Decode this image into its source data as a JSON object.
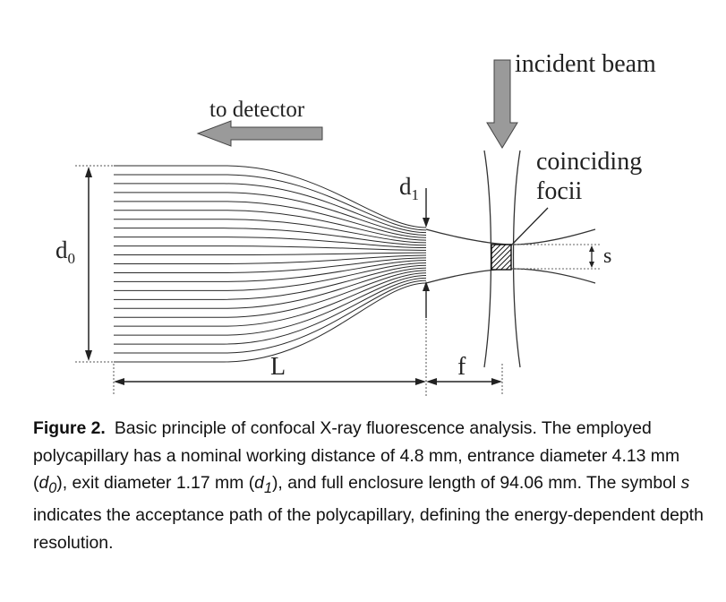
{
  "diagram": {
    "labels": {
      "incident_beam": "incident beam",
      "to_detector": "to detector",
      "coinciding": "coinciding",
      "focii": "focii",
      "d0": "d",
      "d0_sub": "0",
      "d1": "d",
      "d1_sub": "1",
      "s": "s",
      "L": "L",
      "f": "f"
    },
    "colors": {
      "arrow_fill": "#9a9a9a",
      "line": "#2a2a2a",
      "background": "#ffffff"
    }
  },
  "caption": {
    "label": "Figure 2.",
    "p1": "Basic principle of confocal X-ray fluorescence analysis. The employed polycapillary has a nominal working distance of 4.8 mm, entrance diameter 4.13 mm (",
    "d0": "d",
    "d0_sub": "0",
    "p2": "), exit diameter 1.17 mm (",
    "d1": "d",
    "d1_sub": "1",
    "p3": "), and full enclosure length of 94.06 mm. The symbol ",
    "s": "s",
    "p4": " indicates the acceptance path of the polycapillary, defining the energy-dependent depth resolution."
  }
}
